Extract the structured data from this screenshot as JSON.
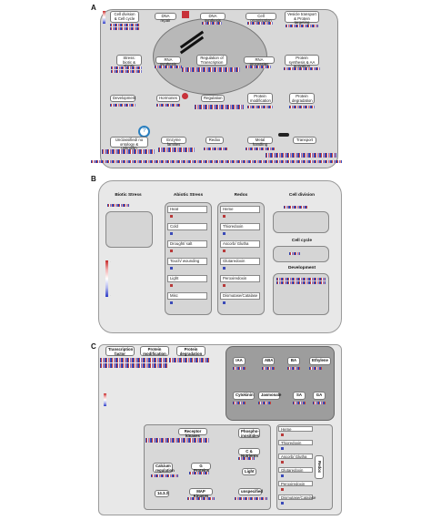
{
  "panels": {
    "a": "A",
    "b": "B",
    "c": "C"
  },
  "panel_a": {
    "labels": {
      "cell_division": "Cell division & Cell cycle",
      "dna_repair": "DNA repair",
      "dna_synthesis": "DNA synthesis",
      "cell_org": "Cell organisation",
      "vesicle": "Vesicle transport & Protein targeting",
      "stress": "Stress: biotic & abiotic",
      "rna_synthesis": "RNA synthesis",
      "reg_transcription": "Regulation of Transcription",
      "rna_processing": "RNA processing",
      "protein_synth": "Protein synthesis & AA activation",
      "development": "Development",
      "hormones": "Hormones",
      "regulation": "Regulation",
      "protein_mod": "Protein modification",
      "protein_deg": "Protein degradation",
      "misc": "Unclassified/ no ontology & unknown",
      "enzyme": "Enzyme families",
      "redox": "Redox",
      "metal": "Metal handling",
      "transport": "Transport"
    }
  },
  "panel_b": {
    "biotic": "Biotic Stress",
    "abiotic": "Abiotic Stress",
    "redox": "Redox",
    "cell_division": "Cell division",
    "cell_cycle": "Cell cycle",
    "development": "Development",
    "abiotic_rows": [
      "Heat",
      "Cold",
      "Drought/ salt",
      "Touch/ wounding",
      "Light",
      "Misc"
    ],
    "redox_rows": [
      "Heme",
      "Thioredoxin",
      "Ascorb/ Glutha",
      "Glutaredoxin",
      "Peroxiredoxin",
      "Dismutase/Catalase"
    ]
  },
  "panel_c": {
    "tf": "Transcription factor",
    "protein_mod": "Protein modification",
    "protein_deg": "Protein degradation",
    "hormones": [
      "IAA",
      "ABA",
      "BA",
      "Ethylene",
      "Cytokinin",
      "Jasmonate",
      "SA",
      "GA"
    ],
    "receptor": "Receptor kinases",
    "phospho": "Phospho-inositides",
    "cn": "C & Nutrients",
    "calcium": "Calcium regulation",
    "gprot": "G Proteins",
    "light": "Light",
    "s1433": "14.3.3",
    "map": "MAP Kinases",
    "unspecified": "unspecified",
    "redox_label": "Redox",
    "redox_rows": [
      "Heme",
      "Thioredoxin",
      "Ascorb/ Glutha",
      "Glutaredoxin",
      "Peroxiredoxin",
      "Dismutase/Catalase"
    ]
  },
  "colors": {
    "up": "#c62b2b",
    "down": "#2b3ac6",
    "panel": "#e8e8e8",
    "dark": "#9d9d9d"
  }
}
